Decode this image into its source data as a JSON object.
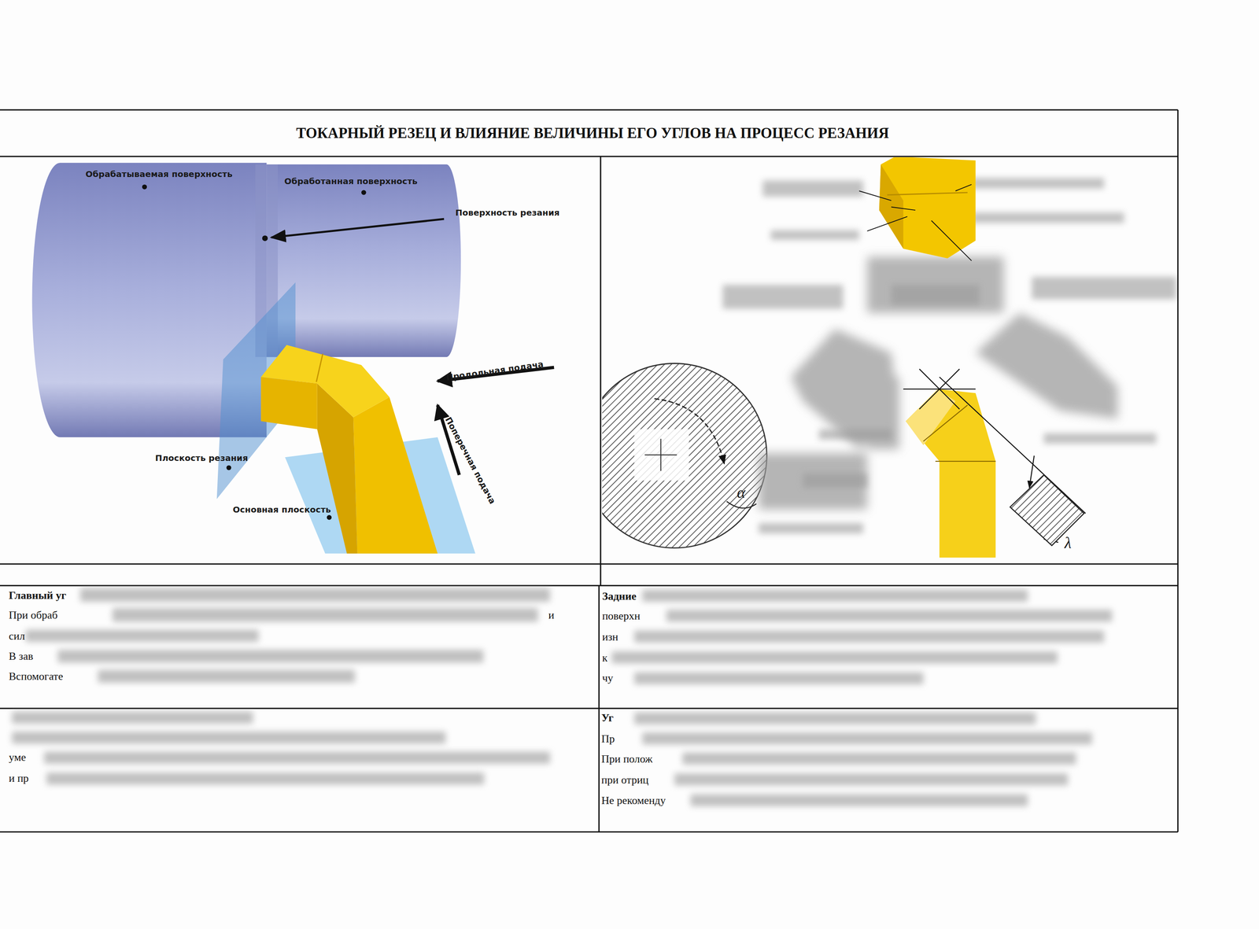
{
  "diagram": {
    "title": "ТОКАРНЫЙ РЕЗЕЦ И ВЛИЯНИЕ ВЕЛИЧИНЫ ЕГО УГЛОВ НА ПРОЦЕСС РЕЗАНИЯ",
    "nodes": [
      {
        "text": [
          "Главный уг",
          "При обраб",
          "и",
          "сил",
          "В зав",
          "Вспомогате"
        ]
      },
      {
        "text": [
          "Задние",
          "поверхн",
          "изн",
          "к",
          "чу"
        ]
      },
      {
        "text": [
          "уме",
          "и пр"
        ]
      },
      {
        "text": [
          "Уг",
          "Пр",
          "При полож",
          "при отриц",
          "Не рекоменду"
        ]
      }
    ],
    "labels": [
      "Обрабатываемая поверхность",
      "Обработанная поверхность",
      "Поверхность резания",
      "Продольная подача",
      "Поперечная подача",
      "Плоскость резания",
      "Основная плоскость",
      "α",
      "λ"
    ]
  }
}
